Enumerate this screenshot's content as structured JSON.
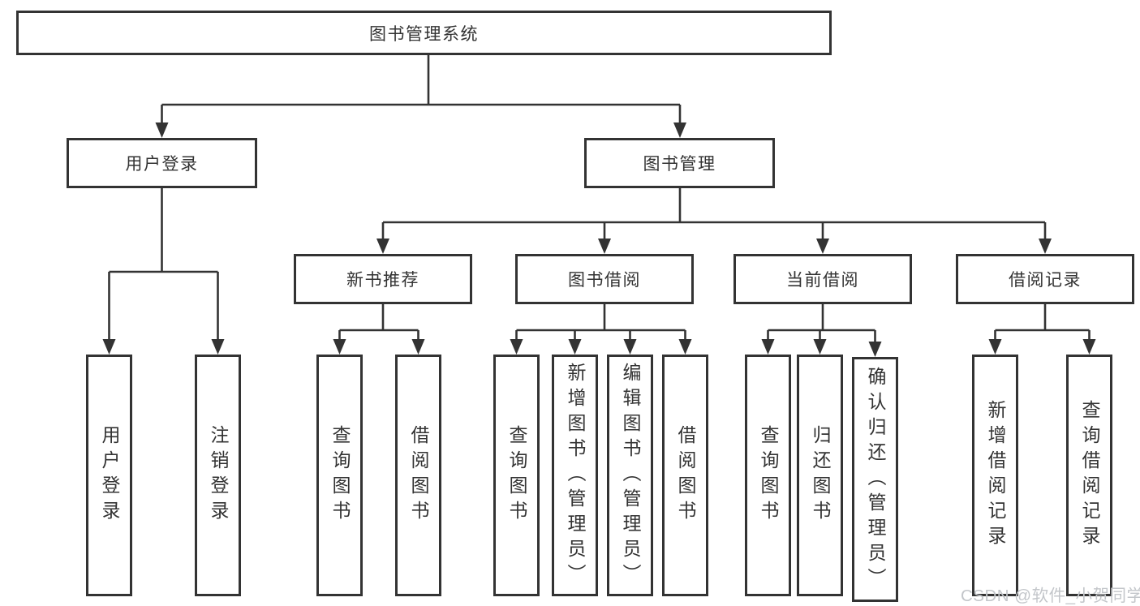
{
  "diagram": {
    "root": {
      "label": "图书管理系统"
    },
    "branches": [
      {
        "label": "用户登录",
        "children": [
          {
            "label": "用户登录"
          },
          {
            "label": "注销登录"
          }
        ]
      },
      {
        "label": "图书管理",
        "children": [
          {
            "label": "新书推荐",
            "children": [
              {
                "label": "查询图书"
              },
              {
                "label": "借阅图书"
              }
            ]
          },
          {
            "label": "图书借阅",
            "children": [
              {
                "label": "查询图书"
              },
              {
                "label": "新增图书（管理员）"
              },
              {
                "label": "编辑图书（管理员）"
              },
              {
                "label": "借阅图书"
              }
            ]
          },
          {
            "label": "当前借阅",
            "children": [
              {
                "label": "查询图书"
              },
              {
                "label": "归还图书"
              },
              {
                "label": "确认归还（管理员）"
              }
            ]
          },
          {
            "label": "借阅记录",
            "children": [
              {
                "label": "新增借阅记录"
              },
              {
                "label": "查询借阅记录"
              }
            ]
          }
        ]
      }
    ]
  },
  "watermark": {
    "text": "CSDN @软件_小贺同学"
  },
  "colors": {
    "line": "#333333",
    "text": "#333333",
    "watermark": "#c3c6ca",
    "background": "#ffffff"
  }
}
